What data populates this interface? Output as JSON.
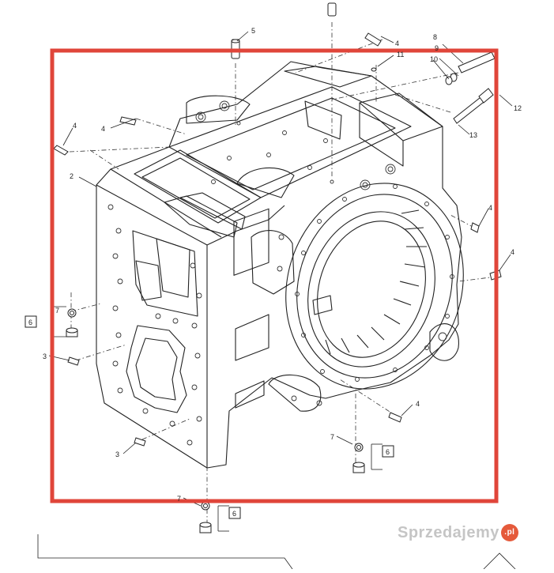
{
  "colors": {
    "highlight": "#e0453a",
    "line": "#222222",
    "hatch": "#555555"
  },
  "callouts": {
    "c2": "2",
    "c3a": "3",
    "c3b": "3",
    "c4a": "4",
    "c4b": "4",
    "c4c": "4",
    "c4d": "4",
    "c4e": "4",
    "c4f": "4",
    "c5": "5",
    "c6a": "6",
    "c6b": "6",
    "c6c": "6",
    "c7a": "7",
    "c7b": "7",
    "c7c": "7",
    "c8": "8",
    "c9": "9",
    "c10": "10",
    "c11": "11",
    "c12": "12",
    "c13": "13"
  },
  "watermark": {
    "text": "Sprzedajemy",
    "badge": ".pl"
  }
}
